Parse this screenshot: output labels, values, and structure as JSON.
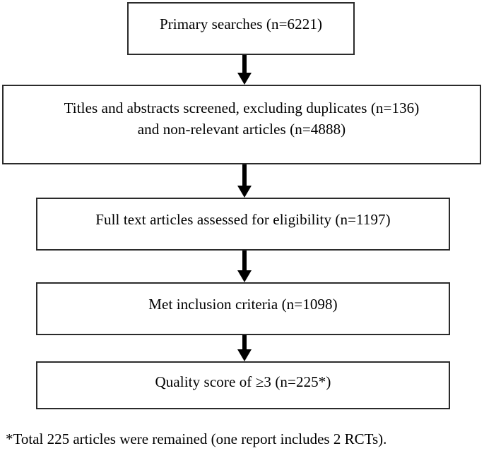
{
  "figure": {
    "type": "flowchart",
    "orientation": "vertical-top-down",
    "background_color": "#ffffff",
    "line_color": "#000000",
    "text_color": "#000000"
  },
  "nodes": [
    {
      "id": "primary-searches",
      "step": 1,
      "text": "Primary searches (n=6221)",
      "count": 6221
    },
    {
      "id": "titles-abstracts",
      "step": 2,
      "text": "Titles and abstracts screened, excluding duplicates (n=136)\nand non-relevant articles (n=4888)",
      "duplicates_excluded": 136,
      "non_relevant_excluded": 4888
    },
    {
      "id": "full-text",
      "step": 3,
      "text": "Full text articles assessed for eligibility (n=1197)",
      "count": 1197
    },
    {
      "id": "met-inclusion",
      "step": 4,
      "text": "Met inclusion criteria (n=1098)",
      "count": 1098
    },
    {
      "id": "quality-score",
      "step": 5,
      "text": "Quality score of ≥3 (n=225*)",
      "count": 225,
      "threshold": "≥3"
    }
  ],
  "connectors": [
    {
      "id": "arrow-1",
      "from": "primary-searches",
      "to": "titles-abstracts",
      "glyph": "down-arrow"
    },
    {
      "id": "arrow-2",
      "from": "titles-abstracts",
      "to": "full-text",
      "glyph": "down-arrow"
    },
    {
      "id": "arrow-3",
      "from": "full-text",
      "to": "met-inclusion",
      "glyph": "down-arrow"
    },
    {
      "id": "arrow-4",
      "from": "met-inclusion",
      "to": "quality-score",
      "glyph": "down-arrow"
    }
  ],
  "footnote": {
    "marker": "*",
    "text": "*Total 225 articles were remained (one report includes 2 RCTs)."
  }
}
